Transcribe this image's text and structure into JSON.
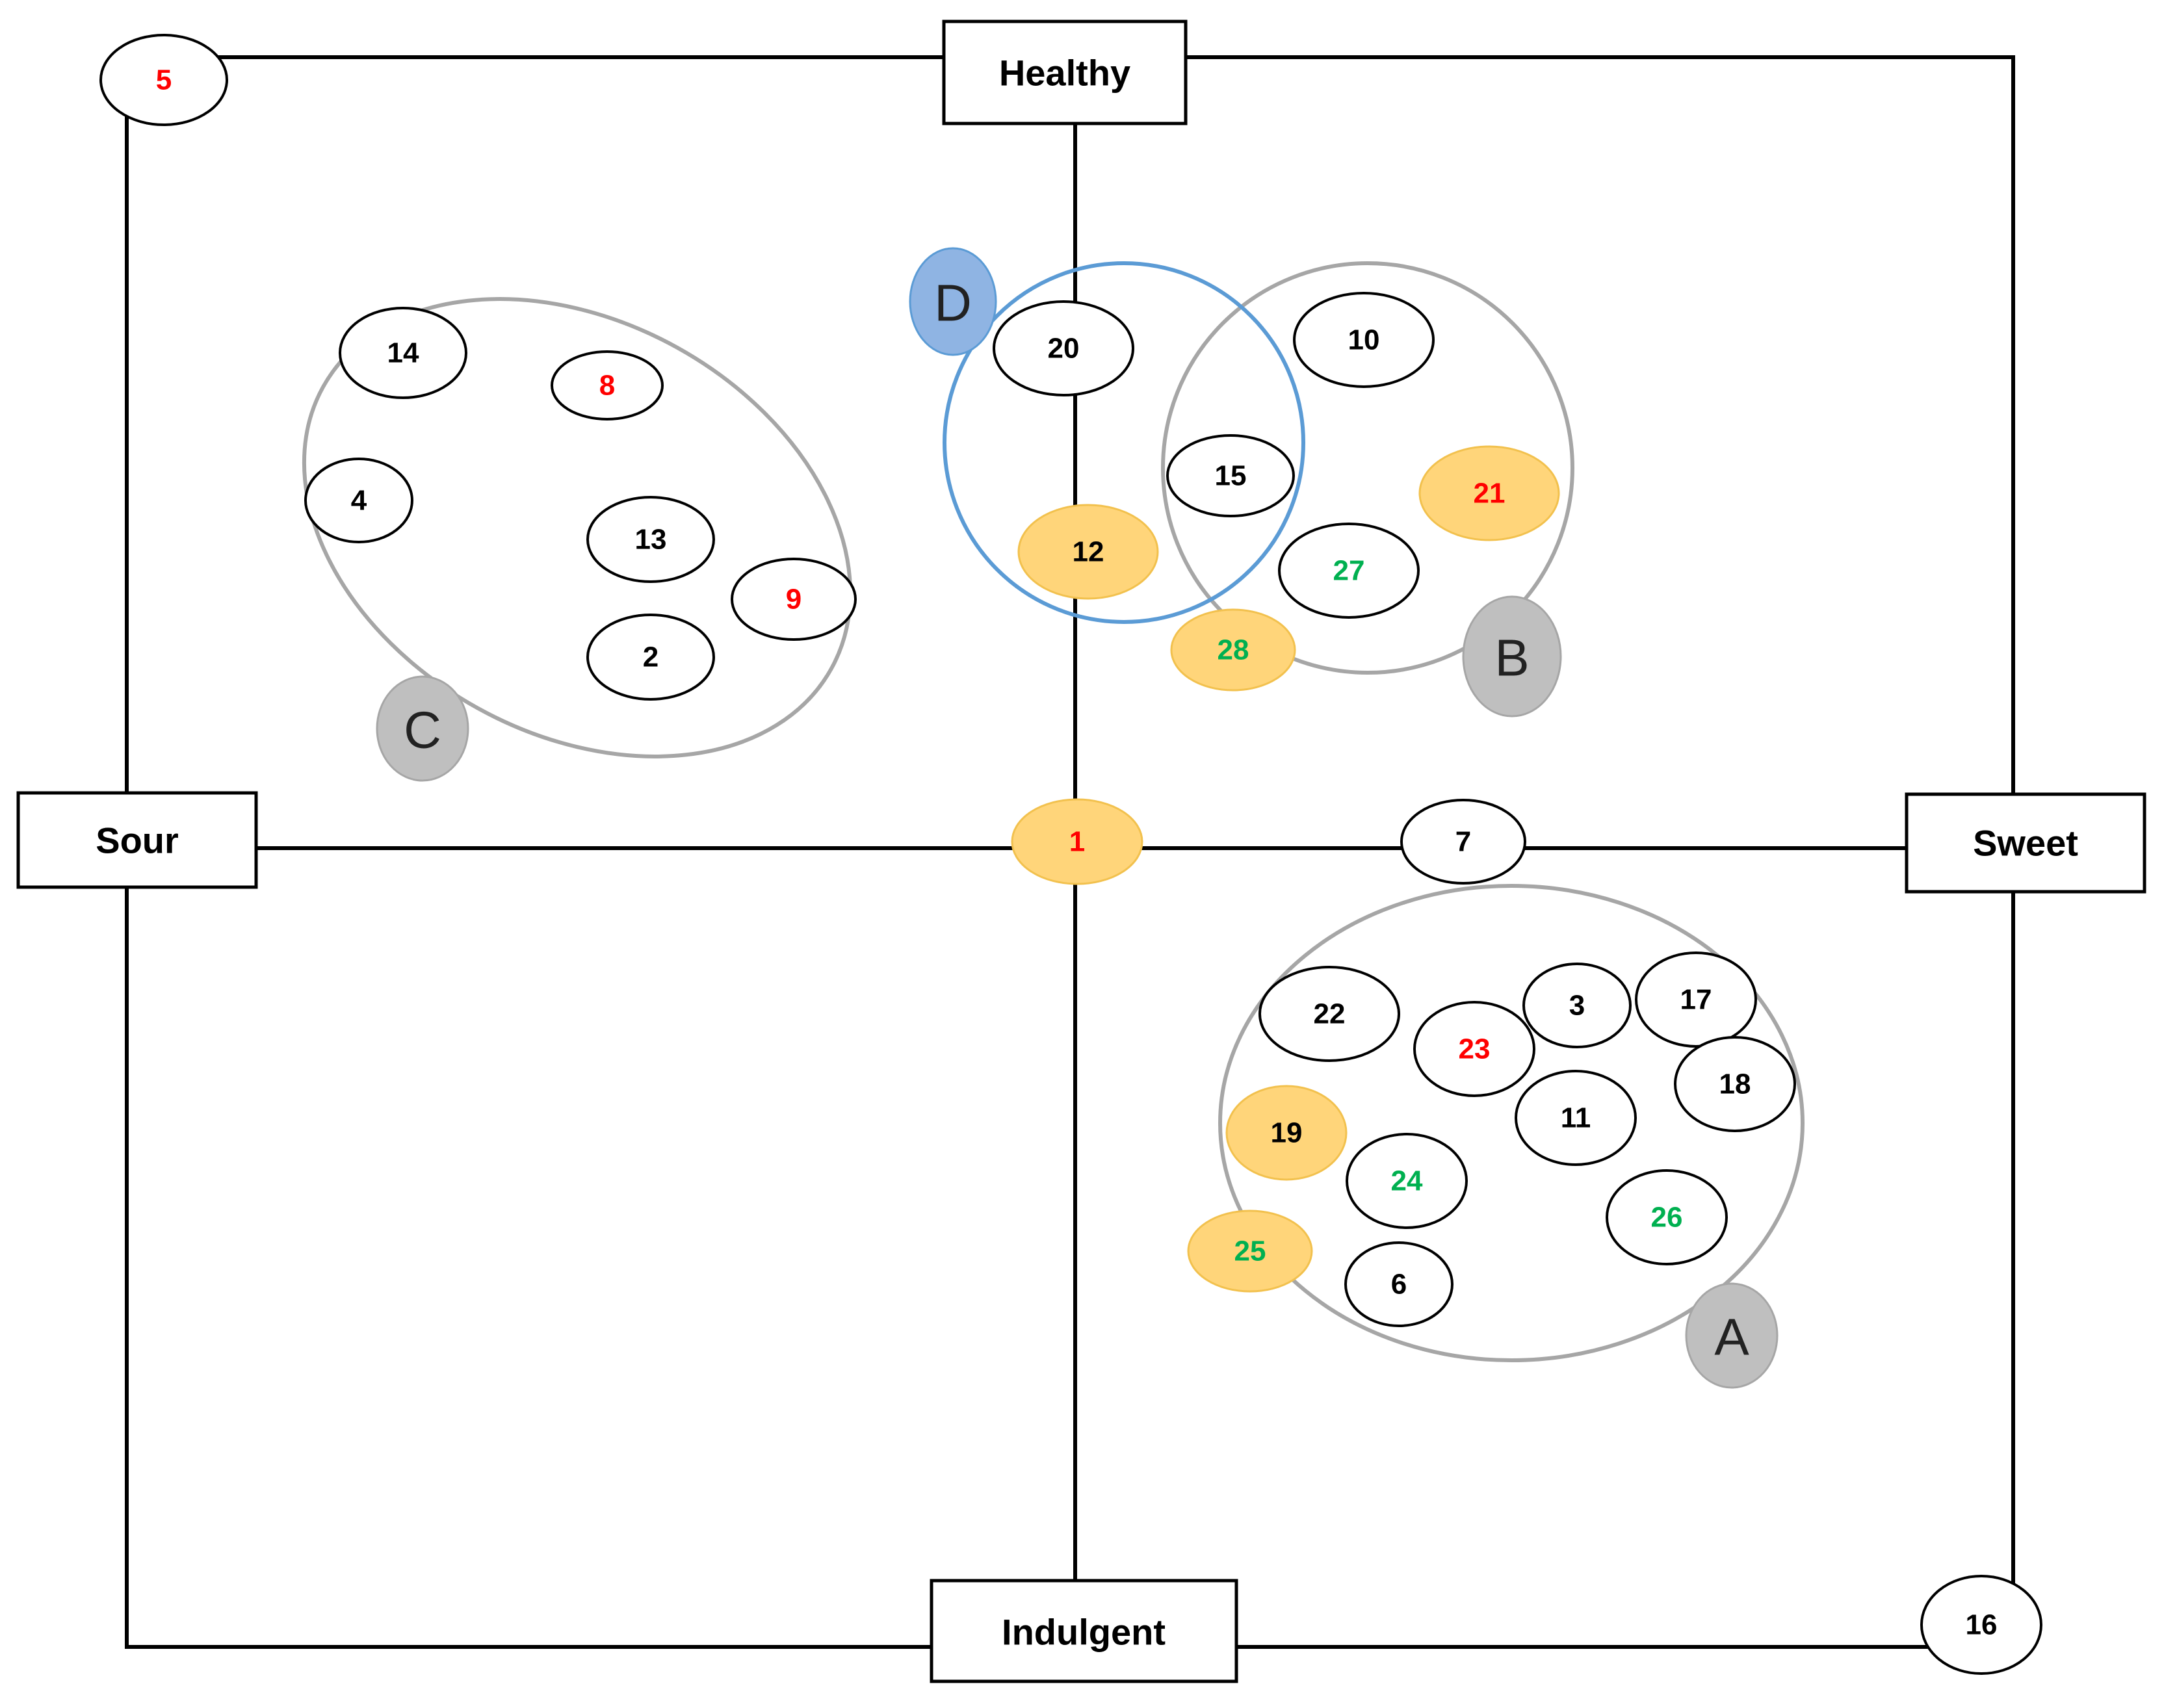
{
  "axes": {
    "top": "Healthy",
    "bottom": "Indulgent",
    "left": "Sour",
    "right": "Sweet"
  },
  "colors": {
    "line": "#000000",
    "group_outline": "#a6a6a6",
    "group_d_outline": "#5b9bd5",
    "highlight_fill": "#ffd57a",
    "highlight_stroke": "#f2c14e",
    "badge_gray": "#bfbfbf",
    "badge_blue": "#8fb4e3",
    "text_black": "#000000",
    "text_red": "#ff0000",
    "text_green": "#00b050"
  },
  "clusters": [
    {
      "id": "A",
      "label": "A",
      "badge": "gray"
    },
    {
      "id": "B",
      "label": "B",
      "badge": "gray"
    },
    {
      "id": "C",
      "label": "C",
      "badge": "gray"
    },
    {
      "id": "D",
      "label": "D",
      "badge": "blue"
    }
  ],
  "items": [
    {
      "id": "1",
      "label": "1",
      "text_color": "red",
      "highlighted": true
    },
    {
      "id": "2",
      "label": "2",
      "text_color": "black",
      "highlighted": false
    },
    {
      "id": "3",
      "label": "3",
      "text_color": "black",
      "highlighted": false
    },
    {
      "id": "4",
      "label": "4",
      "text_color": "black",
      "highlighted": false
    },
    {
      "id": "5",
      "label": "5",
      "text_color": "red",
      "highlighted": false
    },
    {
      "id": "6",
      "label": "6",
      "text_color": "black",
      "highlighted": false
    },
    {
      "id": "7",
      "label": "7",
      "text_color": "black",
      "highlighted": false
    },
    {
      "id": "8",
      "label": "8",
      "text_color": "red",
      "highlighted": false
    },
    {
      "id": "9",
      "label": "9",
      "text_color": "red",
      "highlighted": false
    },
    {
      "id": "10",
      "label": "10",
      "text_color": "black",
      "highlighted": false
    },
    {
      "id": "11",
      "label": "11",
      "text_color": "black",
      "highlighted": false
    },
    {
      "id": "12",
      "label": "12",
      "text_color": "black",
      "highlighted": true
    },
    {
      "id": "13",
      "label": "13",
      "text_color": "black",
      "highlighted": false
    },
    {
      "id": "14",
      "label": "14",
      "text_color": "black",
      "highlighted": false
    },
    {
      "id": "15",
      "label": "15",
      "text_color": "black",
      "highlighted": false
    },
    {
      "id": "16",
      "label": "16",
      "text_color": "black",
      "highlighted": false
    },
    {
      "id": "17",
      "label": "17",
      "text_color": "black",
      "highlighted": false
    },
    {
      "id": "18",
      "label": "18",
      "text_color": "black",
      "highlighted": false
    },
    {
      "id": "19",
      "label": "19",
      "text_color": "black",
      "highlighted": true
    },
    {
      "id": "20",
      "label": "20",
      "text_color": "black",
      "highlighted": false
    },
    {
      "id": "21",
      "label": "21",
      "text_color": "red",
      "highlighted": true
    },
    {
      "id": "22",
      "label": "22",
      "text_color": "black",
      "highlighted": false
    },
    {
      "id": "23",
      "label": "23",
      "text_color": "red",
      "highlighted": false
    },
    {
      "id": "24",
      "label": "24",
      "text_color": "green",
      "highlighted": false
    },
    {
      "id": "25",
      "label": "25",
      "text_color": "green",
      "highlighted": true
    },
    {
      "id": "26",
      "label": "26",
      "text_color": "green",
      "highlighted": false
    },
    {
      "id": "27",
      "label": "27",
      "text_color": "green",
      "highlighted": false
    },
    {
      "id": "28",
      "label": "28",
      "text_color": "green",
      "highlighted": true
    }
  ]
}
